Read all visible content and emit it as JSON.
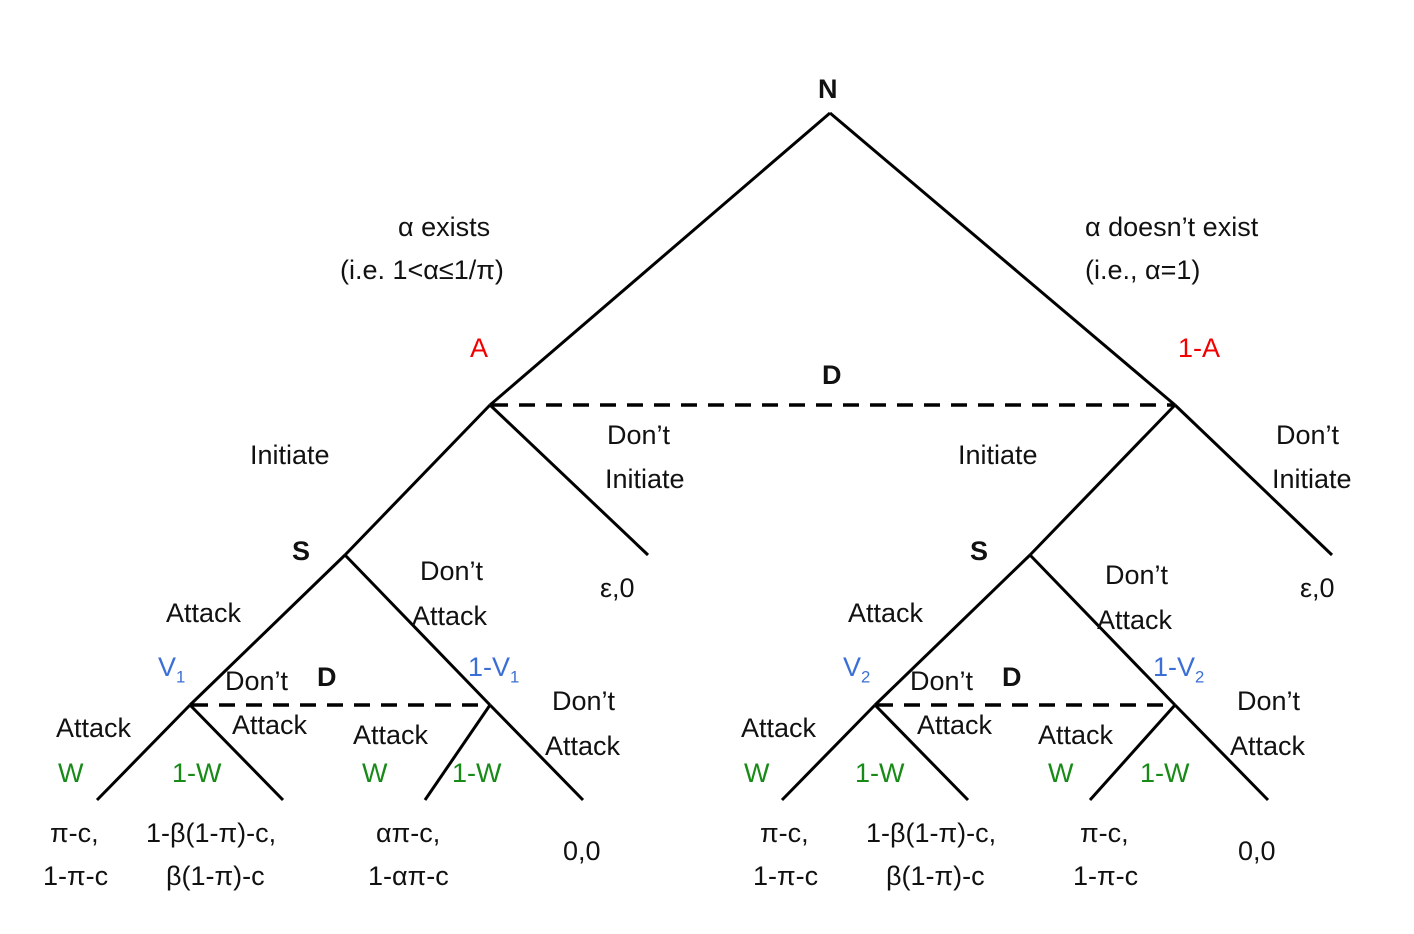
{
  "colors": {
    "line": "#000000",
    "nature_prob": "#f20000",
    "signal_prob": "#3b6fd6",
    "war_prob": "#178a17"
  },
  "root_label": "N",
  "top_info_set_label": "D",
  "left": {
    "condition1": "α exists",
    "condition2": "(i.e. 1<α≤1/π)",
    "prob": "A",
    "initiate": "Initiate",
    "dont_initiate1": "Don’t",
    "dont_initiate2": "Initiate",
    "eps_payoff": "ε,0",
    "s_label": "S",
    "attack": "Attack",
    "dont_attack1": "Don’t",
    "dont_attack2": "Attack",
    "v": {
      "base": "V",
      "sub": "1"
    },
    "vbar": {
      "base": "1-V",
      "sub": "1"
    },
    "info_d": "D",
    "v_dont1": "Don’t",
    "v_dont2": "Attack",
    "v_attack": "Attack",
    "w": "W",
    "one_minus_w": "1-W",
    "vbar_attack": "Attack",
    "vbar_w": "W",
    "vbar_one_minus_w": "1-W",
    "vbar_dont1": "Don’t",
    "vbar_dont2": "Attack",
    "payoffs": {
      "attack1": "π-c,",
      "attack2": "1-π-c",
      "dont1": "1-β(1-π)-c,",
      "dont2": "β(1-π)-c",
      "vbar_attack1": "απ-c,",
      "vbar_attack2": "1-απ-c",
      "zero": "0,0"
    }
  },
  "right": {
    "condition1": "α doesn’t exist",
    "condition2": "(i.e., α=1)",
    "prob": "1-A",
    "initiate": "Initiate",
    "dont_initiate1": "Don’t",
    "dont_initiate2": "Initiate",
    "eps_payoff": "ε,0",
    "s_label": "S",
    "attack": "Attack",
    "dont_attack1": "Don’t",
    "dont_attack2": "Attack",
    "v": {
      "base": "V",
      "sub": "2"
    },
    "vbar": {
      "base": "1-V",
      "sub": "2"
    },
    "info_d": "D",
    "v_dont1": "Don’t",
    "v_dont2": "Attack",
    "v_attack": "Attack",
    "w": "W",
    "one_minus_w": "1-W",
    "vbar_attack": "Attack",
    "vbar_w": "W",
    "vbar_one_minus_w": "1-W",
    "vbar_dont1": "Don’t",
    "vbar_dont2": "Attack",
    "payoffs": {
      "attack1": "π-c,",
      "attack2": "1-π-c",
      "dont1": "1-β(1-π)-c,",
      "dont2": "β(1-π)-c",
      "vbar_attack1": "π-c,",
      "vbar_attack2": "1-π-c",
      "zero": "0,0"
    }
  }
}
